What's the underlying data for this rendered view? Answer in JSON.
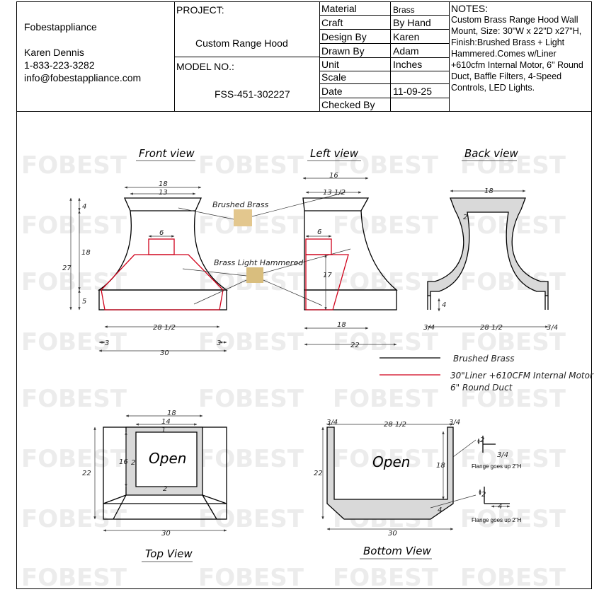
{
  "company": {
    "name": "Fobestappliance",
    "contact_name": "Karen Dennis",
    "phone": "1-833-223-3282",
    "email": "info@fobestappliance.com"
  },
  "project": {
    "label": "PROJECT:",
    "value": "Custom Range Hood"
  },
  "model": {
    "label": "MODEL NO.:",
    "value": "FSS-451-302227"
  },
  "specs": [
    {
      "key": "Material",
      "value": "Brass"
    },
    {
      "key": "Craft",
      "value": "By Hand"
    },
    {
      "key": "Design By",
      "value": "Karen"
    },
    {
      "key": "Drawn By",
      "value": "Adam"
    },
    {
      "key": "Unit",
      "value": "Inches"
    },
    {
      "key": "Scale",
      "value": ""
    },
    {
      "key": "Date",
      "value": "11-09-25"
    },
    {
      "key": "Checked By",
      "value": ""
    }
  ],
  "notes": {
    "label": "NOTES:",
    "text": "Custom Brass Range Hood Wall Mount, Size: 30\"W x 22\"D x27\"H, Finish:Brushed Brass + Light Hammered.Comes w/Liner +610cfm Internal Motor, 6\" Round Duct, Baffle Filters, 4-Speed Controls, LED Lights."
  },
  "views": {
    "front": "Front view",
    "left": "Left view",
    "back": "Back view",
    "top": "Top View",
    "bottom": "Bottom View"
  },
  "callouts": {
    "brushed": "Brushed Brass",
    "hammered": "Brass Light Hammered"
  },
  "legend": {
    "black": "Brushed Brass",
    "red_line1": "30\"Liner +610CFM Internal Motor",
    "red_line2": "6\" Round Duct"
  },
  "open_label": "Open",
  "flange_note": "Flange goes up 2\"H",
  "watermark": "FOBEST",
  "colors": {
    "line": "#000000",
    "liner": "#d0021b",
    "dim": "#333333",
    "shade": "#d9d9d9",
    "brushed": "#e3c78e",
    "hammered": "#d9be7e",
    "watermark": "#ececec"
  },
  "dims": {
    "front": {
      "top_w": "18",
      "inner_w": "13",
      "duct": "6",
      "h_top": "4",
      "h_mid": "18",
      "h_total": "27",
      "h_bot": "5",
      "liner_w": "28 1/2",
      "side_l": "3",
      "side_r": "3",
      "total_w": "30"
    },
    "left": {
      "top_w": "16",
      "inner_w": "13 1/2",
      "duct": "6",
      "liner_h": "17",
      "liner_w": "18",
      "total_w": "22"
    },
    "back": {
      "top_w": "18",
      "wall": "2",
      "flange": "4",
      "side_l": "3/4",
      "liner_w": "28 1/2",
      "side_r": "3/4"
    },
    "top": {
      "outer": "18",
      "inner": "14",
      "t1": "1",
      "h_in": "16",
      "t2": "2",
      "t3": "2",
      "depth": "22",
      "total_w": "30"
    },
    "bottom": {
      "sl": "3/4",
      "liner": "28 1/2",
      "sr": "3/4",
      "h": "18",
      "depth": "22",
      "b4": "4",
      "total_w": "30",
      "f1": "2",
      "f2": "3/4",
      "f3": "2",
      "f4": "4"
    }
  }
}
